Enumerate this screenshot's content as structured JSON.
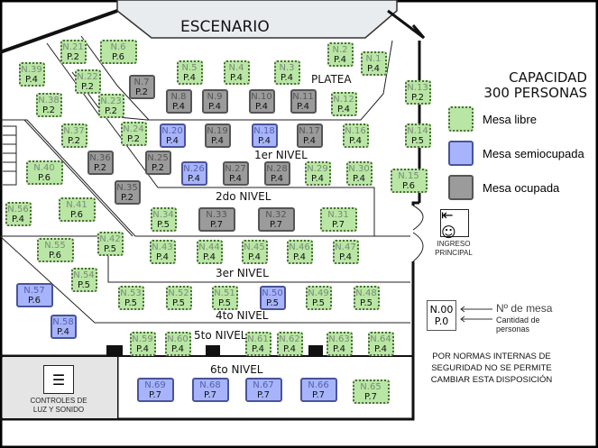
{
  "stage": "ESCENARIO",
  "capacity": {
    "line1": "CAPACIDAD",
    "line2": "300 PERSONAS"
  },
  "legend": [
    {
      "label": "Mesa libre",
      "status": "libre",
      "color": "#b9e6a4"
    },
    {
      "label": "Mesa semiocupada",
      "status": "semi",
      "color": "#a7b4fb"
    },
    {
      "label": "Mesa ocupada",
      "status": "ocupada",
      "color": "#9b9b9b"
    }
  ],
  "levels": {
    "platea": "PLATEA",
    "n1": "1er NIVEL",
    "n2": "2do NIVEL",
    "n3": "3er NIVEL",
    "n4": "4to NIVEL",
    "n5": "5to NIVEL",
    "n6": "6to NIVEL"
  },
  "entrance": {
    "line1": "INGRESO",
    "line2": "PRINCIPAL",
    "icon": "exit-door-icon"
  },
  "controls": {
    "line1": "CONTROLES DE",
    "line2": "LUZ Y SONIDO",
    "icon": "sliders-icon"
  },
  "key": {
    "sample_n": "N.00",
    "sample_p": "P.0",
    "n_label": "Nº de mesa",
    "p_label1": "Cantidad de",
    "p_label2": "personas"
  },
  "rules": [
    "POR NORMAS INTERNAS DE",
    "SEGURIDAD NO SE PERMITE",
    "CAMBIAR ESTA DISPOSICIÓN"
  ],
  "tables": [
    {
      "n": "N.1",
      "p": "P.4",
      "status": "libre"
    },
    {
      "n": "N.2",
      "p": "P.4",
      "status": "libre"
    },
    {
      "n": "N.3",
      "p": "P.4",
      "status": "libre"
    },
    {
      "n": "N.4",
      "p": "P.4",
      "status": "libre"
    },
    {
      "n": "N.5",
      "p": "P.4",
      "status": "libre"
    },
    {
      "n": "N.6",
      "p": "P.6",
      "status": "libre"
    },
    {
      "n": "N.7",
      "p": "P.2",
      "status": "ocupada"
    },
    {
      "n": "N.8",
      "p": "P.4",
      "status": "ocupada"
    },
    {
      "n": "N.9",
      "p": "P.4",
      "status": "ocupada"
    },
    {
      "n": "N.10",
      "p": "P.4",
      "status": "ocupada"
    },
    {
      "n": "N.11",
      "p": "P.4",
      "status": "ocupada"
    },
    {
      "n": "N.12",
      "p": "P.4",
      "status": "libre"
    },
    {
      "n": "N.13",
      "p": "P.2",
      "status": "libre"
    },
    {
      "n": "N.14",
      "p": "P.5",
      "status": "libre"
    },
    {
      "n": "N.15",
      "p": "P.6",
      "status": "libre"
    },
    {
      "n": "N.16",
      "p": "P.4",
      "status": "libre"
    },
    {
      "n": "N.17",
      "p": "P.4",
      "status": "ocupada"
    },
    {
      "n": "N.18",
      "p": "P.4",
      "status": "semi"
    },
    {
      "n": "N.19",
      "p": "P.4",
      "status": "ocupada"
    },
    {
      "n": "N.20",
      "p": "P.4",
      "status": "semi"
    },
    {
      "n": "N.21",
      "p": "P.2",
      "status": "libre"
    },
    {
      "n": "N.22",
      "p": "P.2",
      "status": "libre"
    },
    {
      "n": "N.23",
      "p": "P.2",
      "status": "libre"
    },
    {
      "n": "N.24",
      "p": "P.2",
      "status": "libre"
    },
    {
      "n": "N.25",
      "p": "P.2",
      "status": "ocupada"
    },
    {
      "n": "N.26",
      "p": "P.4",
      "status": "semi"
    },
    {
      "n": "N.27",
      "p": "P.4",
      "status": "ocupada"
    },
    {
      "n": "N.28",
      "p": "P.4",
      "status": "ocupada"
    },
    {
      "n": "N.29",
      "p": "P.4",
      "status": "libre"
    },
    {
      "n": "N.30",
      "p": "P.4",
      "status": "libre"
    },
    {
      "n": "N.31",
      "p": "P.7",
      "status": "libre"
    },
    {
      "n": "N.32",
      "p": "P.7",
      "status": "ocupada"
    },
    {
      "n": "N.33",
      "p": "P.7",
      "status": "ocupada"
    },
    {
      "n": "N.34",
      "p": "P.5",
      "status": "libre"
    },
    {
      "n": "N.35",
      "p": "P.2",
      "status": "ocupada"
    },
    {
      "n": "N.36",
      "p": "P.2",
      "status": "ocupada"
    },
    {
      "n": "N.37",
      "p": "P.2",
      "status": "libre"
    },
    {
      "n": "N.38",
      "p": "P.2",
      "status": "libre"
    },
    {
      "n": "N.39",
      "p": "P.4",
      "status": "libre"
    },
    {
      "n": "N.40",
      "p": "P.6",
      "status": "libre"
    },
    {
      "n": "N.41",
      "p": "P.6",
      "status": "libre"
    },
    {
      "n": "N.42",
      "p": "P.5",
      "status": "libre"
    },
    {
      "n": "N.43",
      "p": "P.4",
      "status": "libre"
    },
    {
      "n": "N.44",
      "p": "P.4",
      "status": "libre"
    },
    {
      "n": "N.45",
      "p": "P.4",
      "status": "libre"
    },
    {
      "n": "N.46",
      "p": "P.4",
      "status": "libre"
    },
    {
      "n": "N.47",
      "p": "P.4",
      "status": "libre"
    },
    {
      "n": "N.48",
      "p": "P.5",
      "status": "libre"
    },
    {
      "n": "N.49",
      "p": "P.5",
      "status": "libre"
    },
    {
      "n": "N.50",
      "p": "P.5",
      "status": "semi"
    },
    {
      "n": "N.51",
      "p": "P.5",
      "status": "libre"
    },
    {
      "n": "N.52",
      "p": "P.5",
      "status": "libre"
    },
    {
      "n": "N.53",
      "p": "P.5",
      "status": "libre"
    },
    {
      "n": "N.54",
      "p": "P.5",
      "status": "libre"
    },
    {
      "n": "N.55",
      "p": "P.6",
      "status": "libre"
    },
    {
      "n": "N.56",
      "p": "P.4",
      "status": "libre"
    },
    {
      "n": "N.57",
      "p": "P.6",
      "status": "semi"
    },
    {
      "n": "N.58",
      "p": "P.4",
      "status": "semi"
    },
    {
      "n": "N.59",
      "p": "P.4",
      "status": "libre"
    },
    {
      "n": "N.60",
      "p": "P.4",
      "status": "libre"
    },
    {
      "n": "N.61",
      "p": "P.4",
      "status": "libre"
    },
    {
      "n": "N.62",
      "p": "P.4",
      "status": "libre"
    },
    {
      "n": "N.63",
      "p": "P.4",
      "status": "libre"
    },
    {
      "n": "N.64",
      "p": "P.4",
      "status": "libre"
    },
    {
      "n": "N.65",
      "p": "P.7",
      "status": "libre"
    },
    {
      "n": "N.66",
      "p": "P.7",
      "status": "semi"
    },
    {
      "n": "N.67",
      "p": "P.7",
      "status": "semi"
    },
    {
      "n": "N.68",
      "p": "P.7",
      "status": "semi"
    },
    {
      "n": "N.69",
      "p": "P.7",
      "status": "semi"
    }
  ]
}
